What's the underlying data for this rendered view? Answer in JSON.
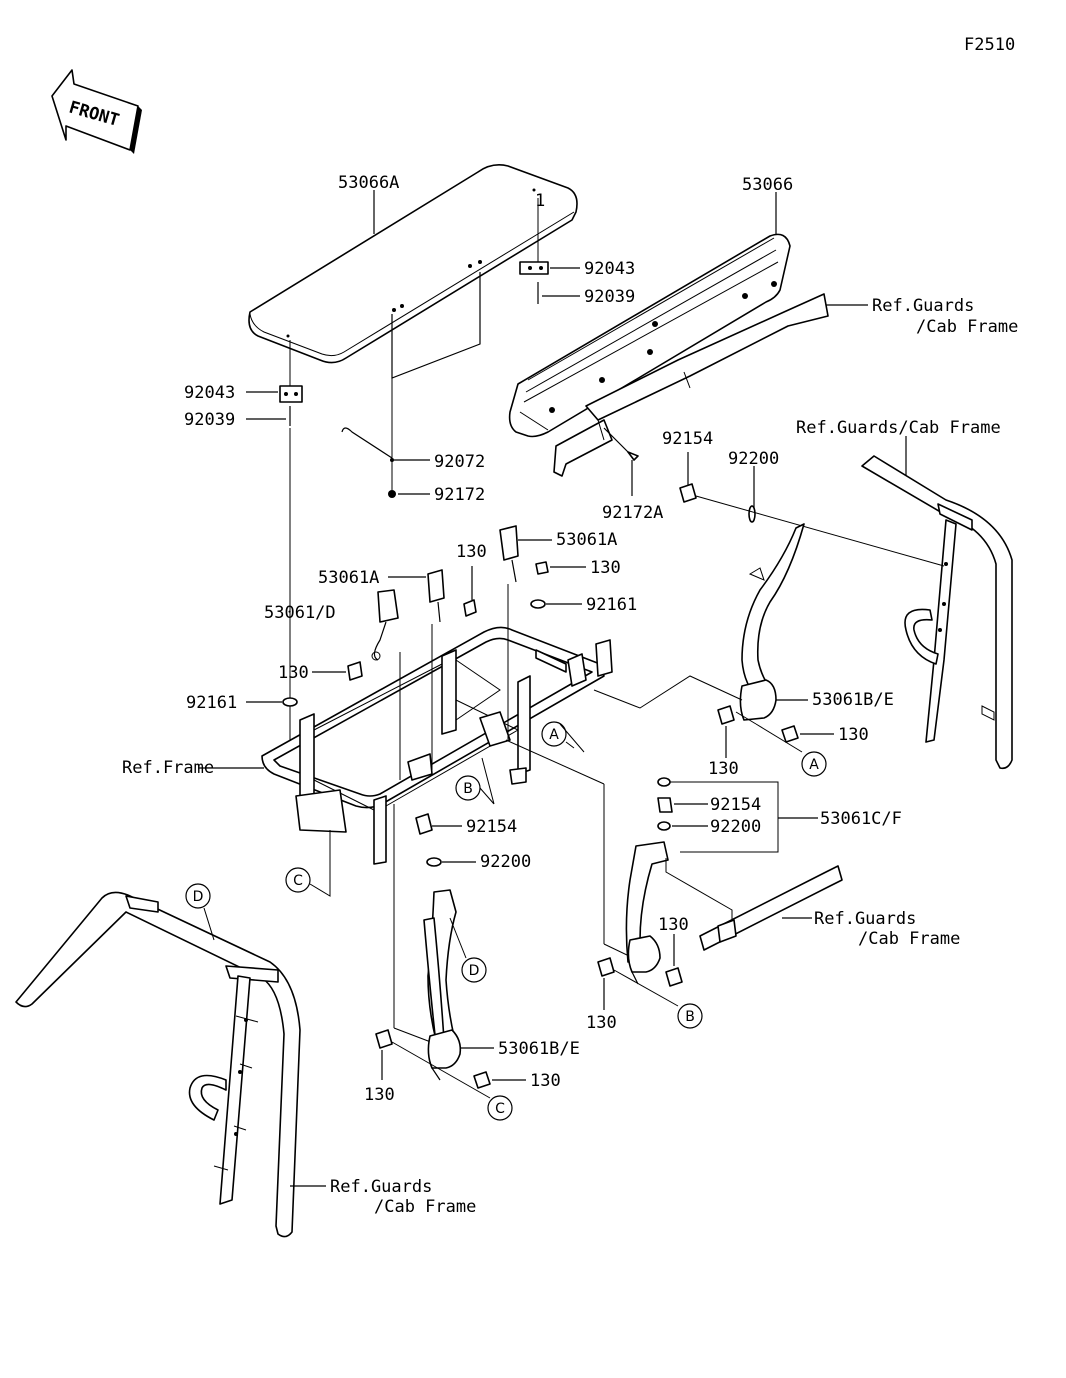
{
  "figure_code": "F2510",
  "front_label": "FRONT",
  "parts": {
    "seat_cushion": "53066A",
    "seat_back": "53066",
    "bracket_right": "92043",
    "bracket_left": "92043",
    "pin_right": "92039",
    "pin_left": "92039",
    "cable": "92072",
    "clip": "92172",
    "clip_a": "92172A",
    "buckle_a_upper": "53061A",
    "buckle_a_lower": "53061A",
    "buckle_d": "53061/D",
    "retractor_right": "53061B/E",
    "retractor_center": "53061B/E",
    "belt_cf": "53061C/F",
    "bolt_upper_1": "92154",
    "washer_upper_1": "92200",
    "bolt_cf": "92154",
    "washer_cf": "92200",
    "bolt_mid": "92154",
    "washer_mid": "92200",
    "grommet_1": "92161",
    "grommet_2": "92161",
    "bolt_130_a": "130",
    "bolt_130_b": "130",
    "bolt_130_c": "130",
    "bolt_130_d": "130",
    "bolt_130_e": "130",
    "bolt_130_f": "130",
    "bolt_130_g": "130",
    "bolt_130_h": "130",
    "bolt_130_i": "130",
    "ref_frame": "Ref.Frame",
    "ref_guards_1_line1": "Ref.Guards",
    "ref_guards_1_line2": "/Cab Frame",
    "ref_guards_2": "Ref.Guards/Cab Frame",
    "ref_guards_3_line1": "Ref.Guards",
    "ref_guards_3_line2": "/Cab Frame",
    "ref_guards_4_line1": "Ref.Guards",
    "ref_guards_4_line2": "/Cab Frame",
    "detail_ref_1": "1"
  },
  "callouts": [
    "A",
    "A",
    "B",
    "B",
    "C",
    "C",
    "D",
    "D"
  ]
}
